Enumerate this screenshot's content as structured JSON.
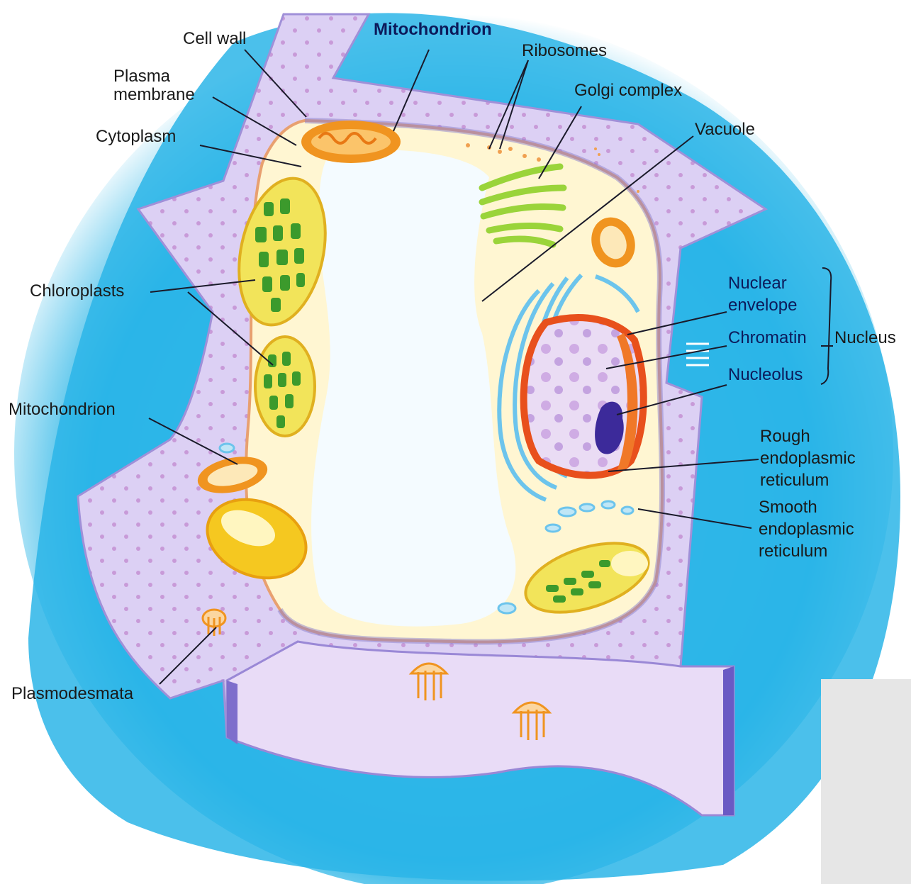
{
  "labels": {
    "cell_wall": "Cell wall",
    "mitochondrion_top": "Mitochondrion",
    "ribosomes": "Ribosomes",
    "golgi_complex": "Golgi complex",
    "plasma_membrane": "Plasma\nmembrane",
    "cytoplasm": "Cytoplasm",
    "vacuole": "Vacuole",
    "chloroplasts": "Chloroplasts",
    "nuclear_envelope": "Nuclear\nenvelope",
    "chromatin": "Chromatin",
    "nucleus": "Nucleus",
    "nucleolus": "Nucleolus",
    "mitochondrion_left": "Mitochondrion",
    "rough_er": "Rough\nendoplasmic\nreticulum",
    "smooth_er": "Smooth\nendoplasmic\nreticulum",
    "plasmodesmata": "Plasmodesmata"
  },
  "colors": {
    "background_glow": "#27b4e6",
    "cell_wall": "#c8b8ec",
    "cytoplasm": "#fff6d2",
    "vacuole": "#f4fbff",
    "chloroplast": "#e8d040",
    "chloroplast_grana": "#3c9a2c",
    "mitochondrion": "#f09420",
    "golgi": "#9ad43a",
    "nucleus": "#e2c8ee",
    "nuclear_envelope": "#e8501c",
    "nucleolus": "#3c2a9a",
    "endoplasmic_reticulum": "#6cc4ec"
  }
}
